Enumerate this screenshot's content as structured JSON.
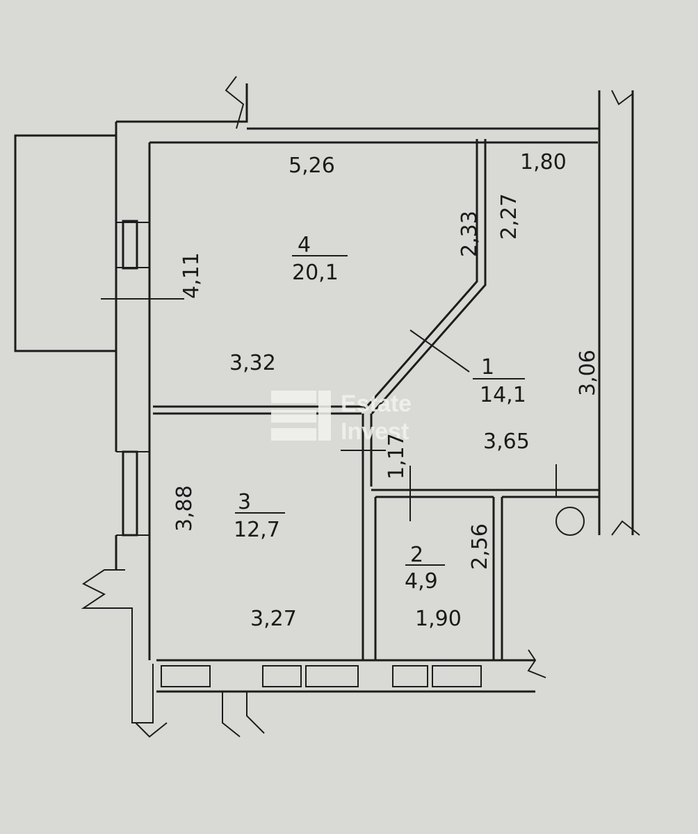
{
  "rooms": [
    {
      "number": "4",
      "area": "20,1"
    },
    {
      "number": "1",
      "area": "14,1"
    },
    {
      "number": "3",
      "area": "12,7"
    },
    {
      "number": "2",
      "area": "4,9"
    }
  ],
  "dimensions": {
    "r4_top": "5,26",
    "r4_left": "4,11",
    "r4_bottom": "3,32",
    "r4_diag": "2,33",
    "r1_top": "1,80",
    "r1_diag": "2,27",
    "r1_right": "3,06",
    "r1_bottom": "3,65",
    "r1_door": "1,17",
    "r3_left": "3,88",
    "r3_bottom": "3,27",
    "r2_right": "2,56",
    "r2_bottom": "1,90"
  },
  "watermark": {
    "line1": "Estate",
    "line2": "Invest"
  }
}
